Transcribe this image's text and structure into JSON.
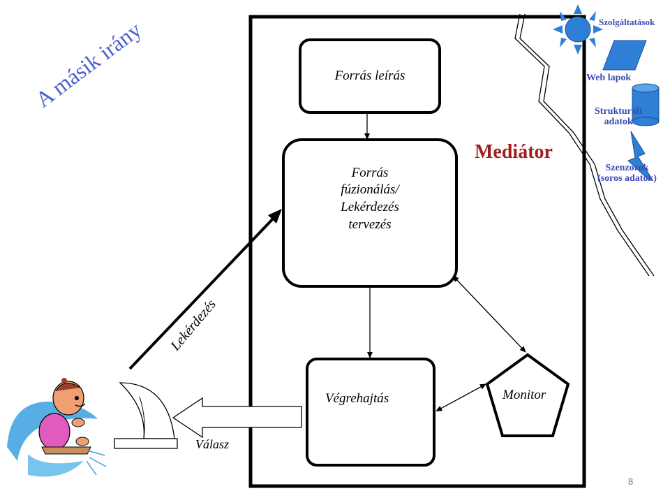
{
  "title": "A másik irány",
  "boxes": {
    "source_description": "Forrás leírás",
    "fusion_lines": [
      "Forrás",
      "fúzionálás/",
      "Lekérdezés",
      "tervezés"
    ],
    "execution": "Végrehajtás",
    "monitor": "Monitor"
  },
  "mediator": "Mediátor",
  "sources": {
    "services": "Szolgáltatások",
    "web_pages": "Web lapok",
    "structured": [
      "Strukturált",
      "adatok"
    ],
    "sensors": [
      "Szenzorok",
      "(soros adatok)"
    ]
  },
  "arrows": {
    "query": "Lekérdezés",
    "answer": "Válasz"
  },
  "page_number": "8",
  "colors": {
    "title": "#4a5fcf",
    "blue_shapes": "#2f7fd6",
    "blue_text": "#3b4bb5",
    "mediator_text": "#a01e1e"
  }
}
